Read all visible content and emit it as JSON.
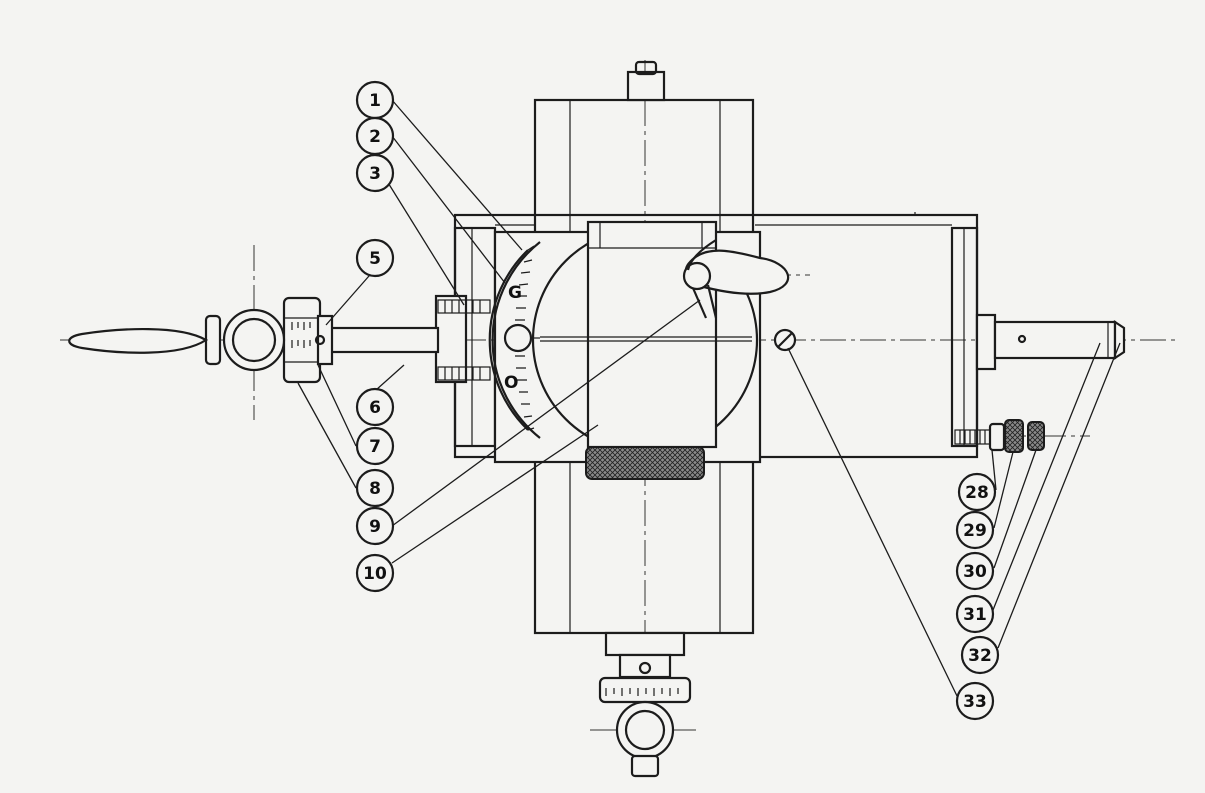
{
  "callouts": [
    {
      "label": "1"
    },
    {
      "label": "2"
    },
    {
      "label": "3"
    },
    {
      "label": "5"
    },
    {
      "label": "6"
    },
    {
      "label": "7"
    },
    {
      "label": "8"
    },
    {
      "label": "9"
    },
    {
      "label": "10"
    },
    {
      "label": "28"
    },
    {
      "label": "29"
    },
    {
      "label": "30"
    },
    {
      "label": "31"
    },
    {
      "label": "32"
    },
    {
      "label": "33"
    }
  ]
}
